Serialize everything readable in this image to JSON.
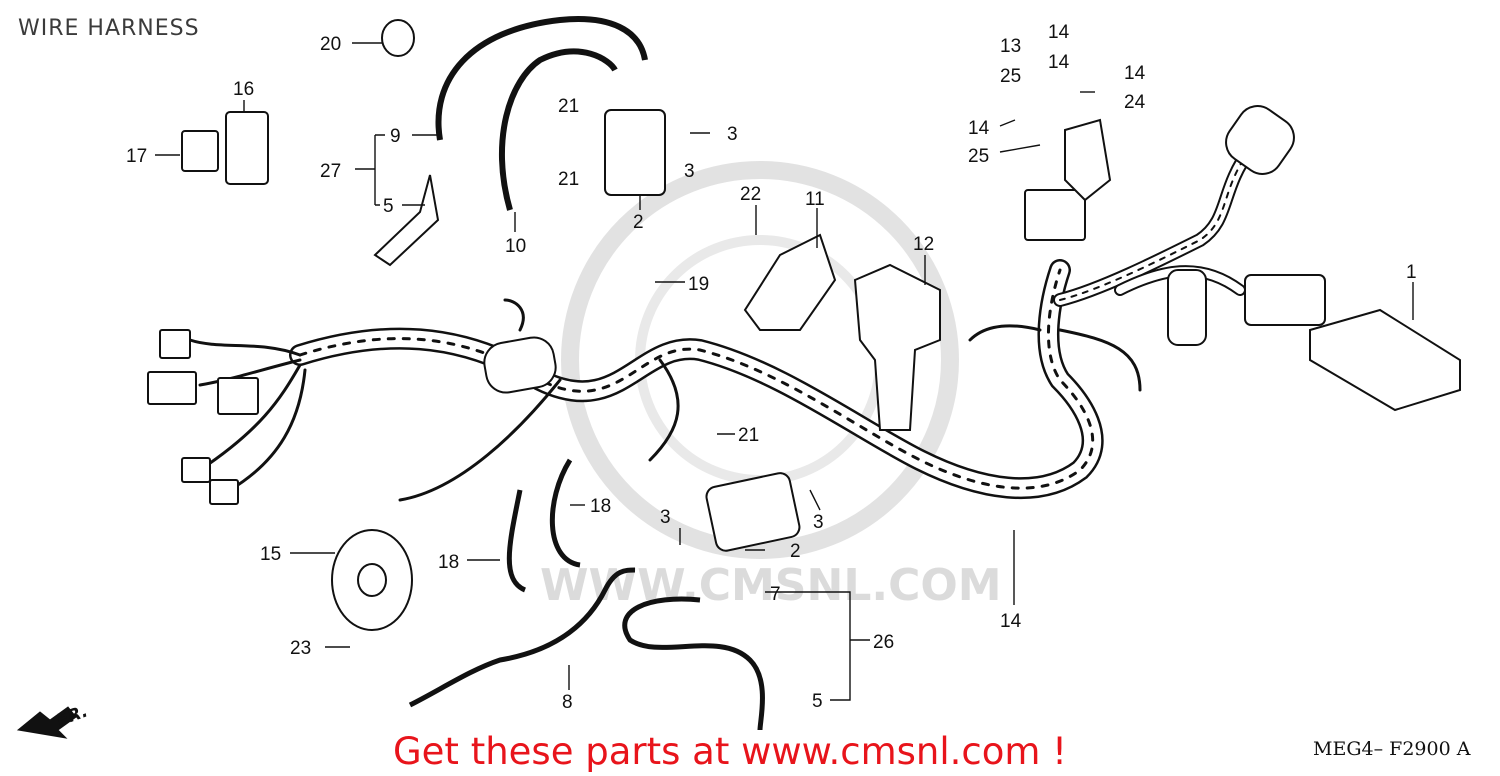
{
  "header": {
    "title": "WIRE HARNESS"
  },
  "footer": {
    "promo": "Get these parts at www.cmsnl.com !",
    "code": "MEG4– F2900 A"
  },
  "watermark": {
    "text": "WWW.CMSNL.COM",
    "color": "#d8d8d8"
  },
  "direction": {
    "label": "FR."
  },
  "callouts": [
    "20",
    "16",
    "17",
    "9",
    "27",
    "5",
    "21",
    "21",
    "3",
    "10",
    "3",
    "2",
    "22",
    "11",
    "12",
    "13",
    "14",
    "14",
    "25",
    "14",
    "24",
    "14",
    "25",
    "19",
    "1",
    "21",
    "18",
    "15",
    "18",
    "3",
    "2",
    "3",
    "7",
    "14",
    "26",
    "23",
    "8",
    "5"
  ]
}
